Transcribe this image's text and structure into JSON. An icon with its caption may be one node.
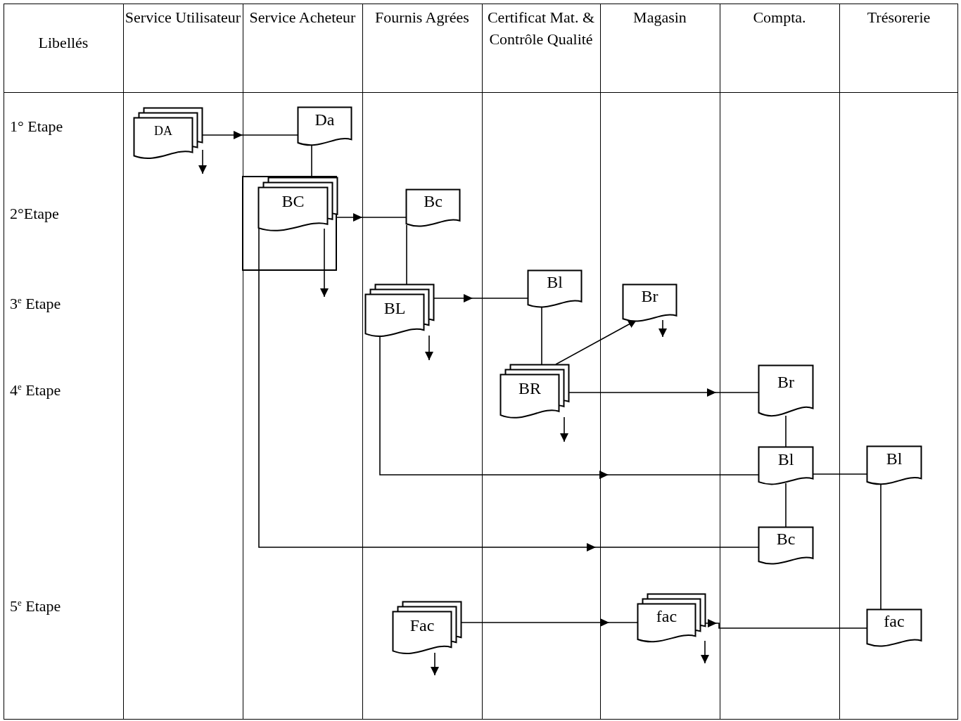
{
  "diagram": {
    "nodes": [
      {
        "text": [
          "DA"
        ]
      },
      {
        "text": [
          "Da"
        ]
      },
      {
        "text": [],
        "shape": "box"
      },
      {
        "text": [
          "BC"
        ],
        "in": 2
      },
      {
        "text": [
          "Bc"
        ]
      },
      {
        "text": [
          "BL"
        ]
      },
      {
        "text": [
          "Bl"
        ]
      },
      {
        "text": [
          "Br"
        ]
      },
      {
        "text": [
          "BR"
        ]
      },
      {
        "text": [
          "Br"
        ]
      },
      {
        "text": [
          "Bl"
        ]
      },
      {
        "text": [
          "Bc"
        ]
      },
      {
        "text": [
          "Bl"
        ]
      },
      {
        "text": [
          "Fac"
        ]
      },
      {
        "text": [
          "fac"
        ]
      },
      {
        "text": [
          "fac"
        ]
      }
    ],
    "edges": [
      {
        "from": 0,
        "to": 1,
        "arrow": "to"
      },
      {
        "from": 1,
        "to": 3,
        "arrow": "none"
      },
      {
        "from": 3,
        "to": 4,
        "arrow": "to"
      },
      {
        "from": 4,
        "to": 5,
        "arrow": "none"
      },
      {
        "from": 5,
        "to": 6,
        "arrow": "to"
      },
      {
        "from": 6,
        "to": 8,
        "arrow": "none"
      },
      {
        "from": 8,
        "to": 7,
        "arrow": "to"
      },
      {
        "from": 8,
        "to": 9,
        "arrow": "to"
      },
      {
        "from": 5,
        "to": 10,
        "arrow": "to"
      },
      {
        "from": 3,
        "to": 11,
        "arrow": "to"
      },
      {
        "from": 9,
        "to": 10,
        "arrow": "none"
      },
      {
        "from": 10,
        "to": 11,
        "arrow": "none"
      },
      {
        "from": 10,
        "to": 12,
        "arrow": "none"
      },
      {
        "from": 12,
        "to": 15,
        "arrow": "none"
      },
      {
        "from": 13,
        "to": 14,
        "arrow": "to"
      },
      {
        "from": 14,
        "to": 15,
        "arrow": "to"
      },
      {
        "from": 0,
        "to": null,
        "arrow": "to"
      },
      {
        "from": 3,
        "to": null,
        "arrow": "to"
      },
      {
        "from": 5,
        "to": null,
        "arrow": "to"
      },
      {
        "from": 8,
        "to": null,
        "arrow": "to"
      },
      {
        "from": 7,
        "to": null,
        "arrow": "to"
      },
      {
        "from": 13,
        "to": null,
        "arrow": "to"
      },
      {
        "from": 14,
        "to": null,
        "arrow": "to"
      }
    ],
    "labels": [
      "Libellés",
      "Service Utilisateur",
      "Service Acheteur",
      "Fournis Agrées",
      "Certificat Mat. & Contrôle Qualité",
      "Magasin",
      "Compta.",
      "Trésorerie",
      "1° Etape",
      "2°Etape",
      "3$^{e}$ Etape",
      "4$^{e}$ Etape",
      "5$^{e}$ Etape"
    ]
  }
}
